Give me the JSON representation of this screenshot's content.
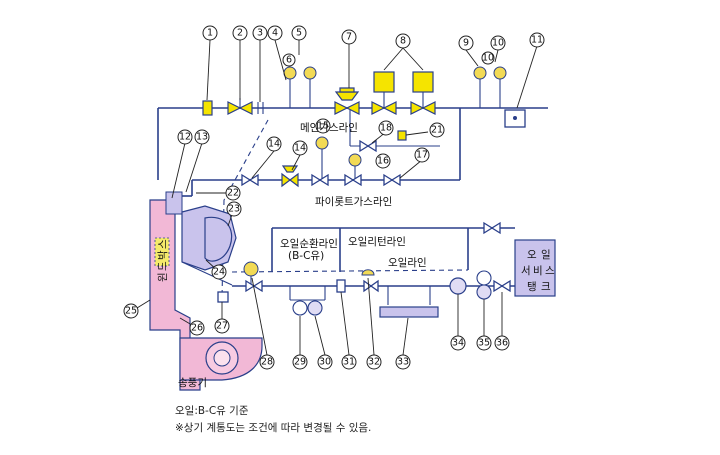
{
  "labels": {
    "main_gas_line": "메인가스라인",
    "pilot_gas_line": "파이롯트가스라인",
    "oil_circulation_line": "오일순환라인",
    "oil_circulation_sub": "(B-C유)",
    "oil_return_line": "오일리턴라인",
    "oil_line": "오일라인",
    "oil_service_tank": [
      "오",
      "일",
      "서",
      "비",
      "스",
      "탱",
      "크"
    ],
    "wind_box": [
      "윈",
      "드",
      "박",
      "스"
    ],
    "blower": "송풍기"
  },
  "notes": {
    "oil_basis": "오일:B-C유 기준",
    "disclaimer": "※상기 계통도는 조건에 따라 변경될 수 있음."
  },
  "callouts": [
    "1",
    "2",
    "3",
    "4",
    "5",
    "6",
    "7",
    "8",
    "9",
    "10",
    "10",
    "11",
    "12",
    "13",
    "14",
    "14",
    "15",
    "16",
    "17",
    "18",
    "21",
    "22",
    "23",
    "24",
    "25",
    "26",
    "27",
    "28",
    "29",
    "30",
    "31",
    "32",
    "33",
    "34",
    "35",
    "36"
  ],
  "colors": {
    "line": "#2a3f8a",
    "valve": "#f5e400",
    "gauge": "#f2da55",
    "wind_box": "#f2b8d6",
    "tank": "#c9c3ec"
  }
}
